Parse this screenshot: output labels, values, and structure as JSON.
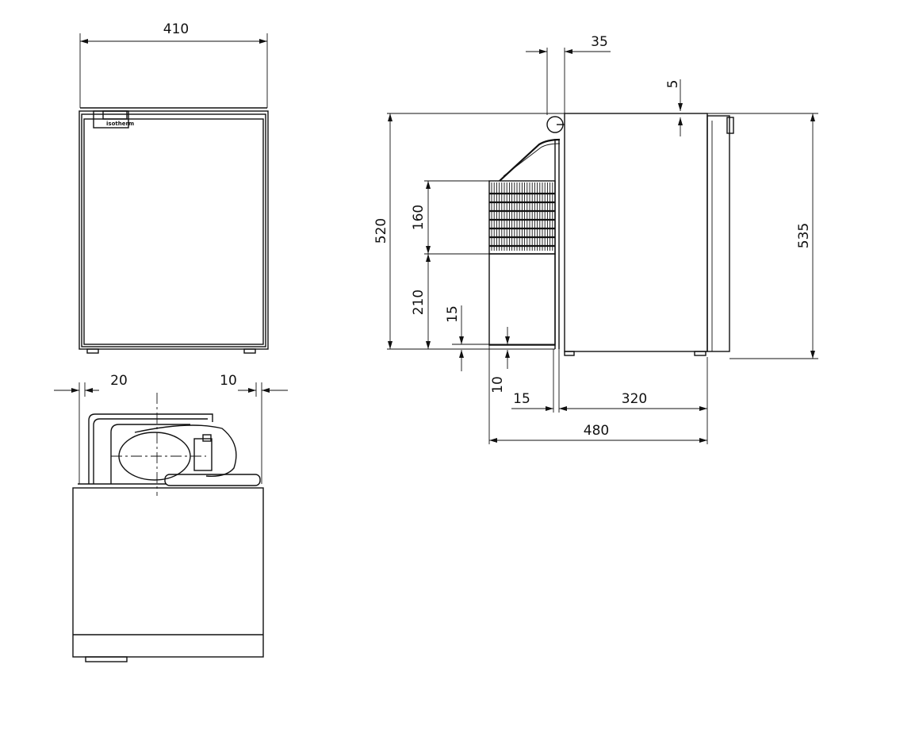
{
  "logo": "isotherm",
  "front_view": {
    "width_label": "410"
  },
  "top_view": {
    "left_clearance_label": "20",
    "right_clearance_label": "10"
  },
  "side_view": {
    "hinge_offset_label": "35",
    "top_gap_label": "5",
    "body_height_label": "520",
    "condenser_height_label": "160",
    "lower_height_label": "210",
    "bottom_offset_label": "15",
    "base_gap_label": "10",
    "rear_gap_label": "15",
    "body_depth_label": "320",
    "total_depth_label": "480",
    "total_height_label": "535"
  }
}
